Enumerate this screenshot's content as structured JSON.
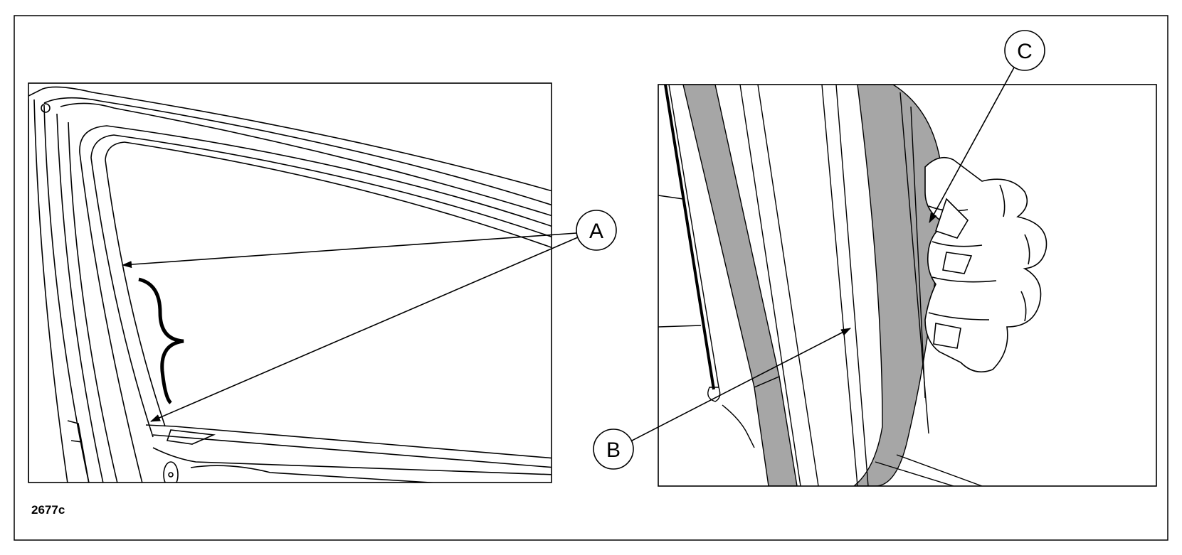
{
  "figure": {
    "code": "2677c",
    "callouts": [
      {
        "id": "A",
        "label": "A"
      },
      {
        "id": "B",
        "label": "B"
      },
      {
        "id": "C",
        "label": "C"
      }
    ],
    "colors": {
      "line": "#000000",
      "seal": "#a6a6a6",
      "background": "#ffffff"
    }
  }
}
